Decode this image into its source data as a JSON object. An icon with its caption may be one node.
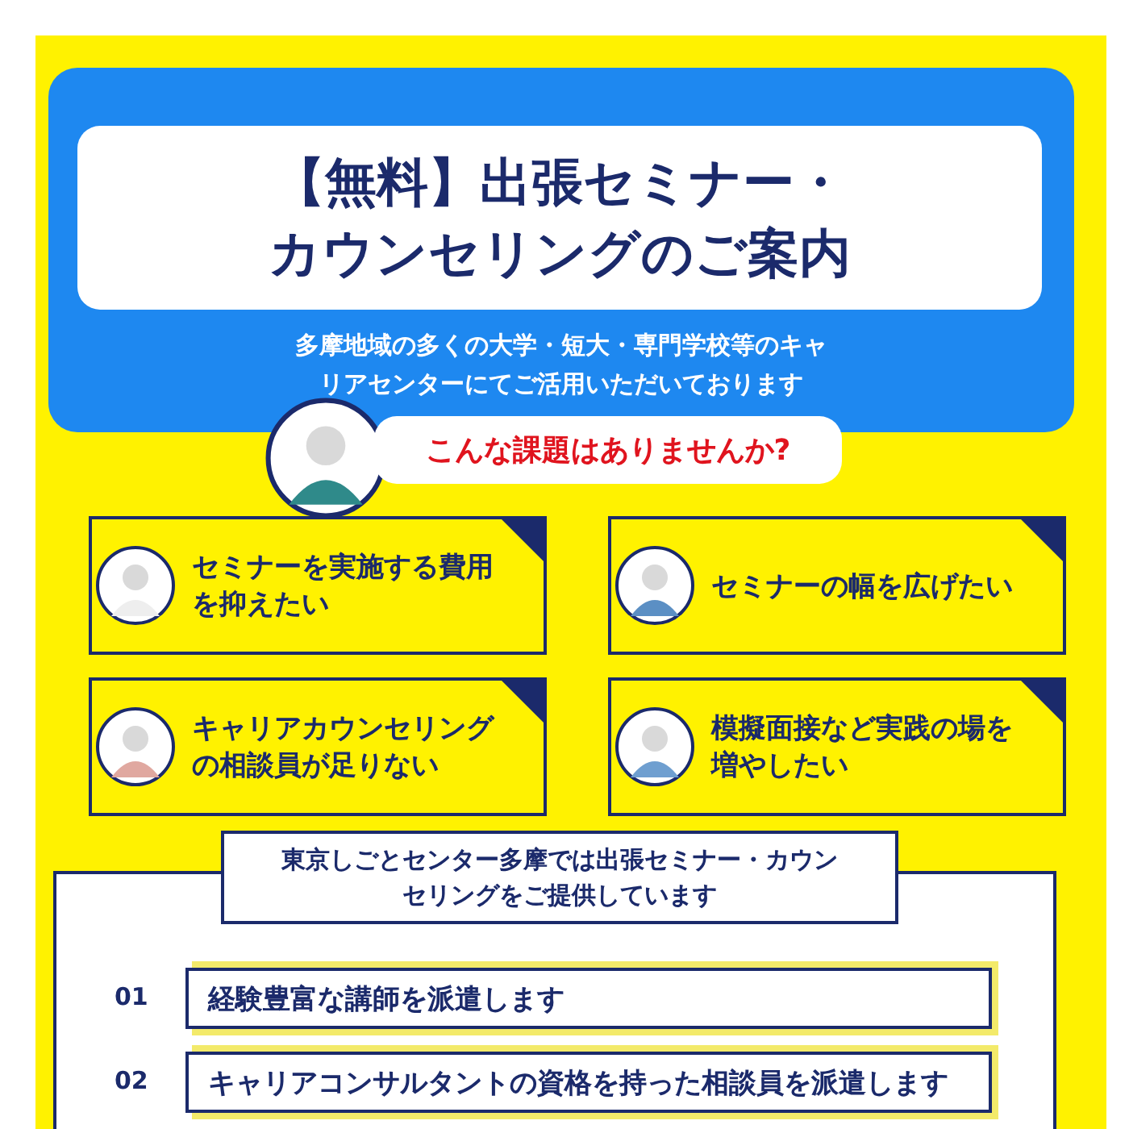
{
  "diagram": {
    "title": "【無料】出張セミナー・カウンセリングのご案内",
    "nodes": [
      {
        "text": [
          "多摩地域の多くの大学・短大・専門学校等のキャリアセンターにてご活用いただいております"
        ]
      },
      {
        "text": [
          "こんな課題はありませんか?"
        ]
      },
      {
        "text": [
          "セミナーを実施する費用を抑えたい"
        ]
      },
      {
        "text": [
          "セミナーの幅を広げたい"
        ]
      },
      {
        "text": [
          "キャリアカウンセリングの相談員が足りない"
        ]
      },
      {
        "text": [
          "模擬面接など実践の場を増やしたい"
        ]
      },
      {
        "text": [
          "東京しごとセンター多摩では出張セミナー・カウンセリングをご提供しています"
        ]
      },
      {
        "text": [
          "経験豊富な講師を派遣します"
        ],
        "in": 6,
        "beside": [
          "01"
        ]
      },
      {
        "text": [
          "キャリアコンサルタントの資格を持った相談員を派遣します"
        ],
        "in": 6,
        "beside": [
          "02"
        ]
      }
    ],
    "edges": []
  }
}
